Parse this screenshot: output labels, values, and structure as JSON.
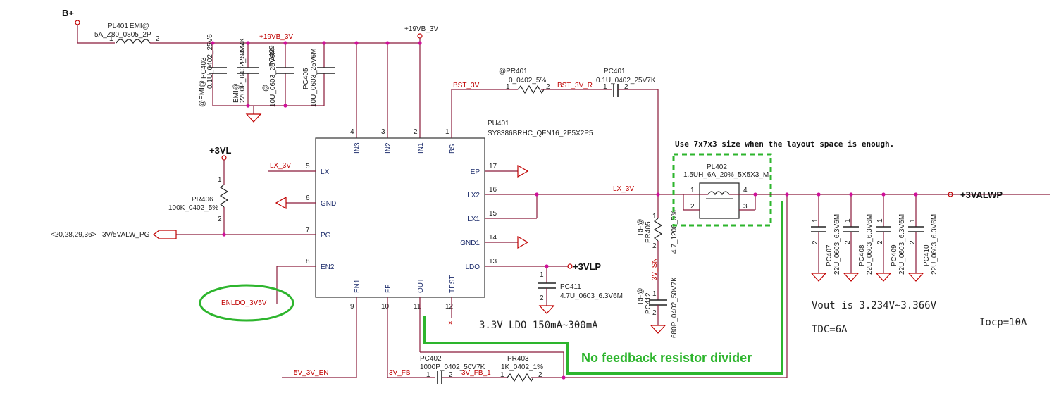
{
  "nets": {
    "b_plus": "B+",
    "vb19_top": "+19VB_3V",
    "vb19_red": "+19VB_3V",
    "p3vl": "+3VL",
    "p3vlp": "+3VLP",
    "p3valwp": "+3VALWP",
    "bst_3v": "BST_3V",
    "bst_3v_r": "BST_3V_R",
    "lx_3v_left": "LX_3V",
    "lx_3v_right": "LX_3V",
    "pg_ref": "<20,28,29,36>",
    "pg_net": "3V/5VALW_PG",
    "enldo": "ENLDO_3V5V",
    "en": "5V_3V_EN",
    "fb": "3V_FB",
    "fb1": "3V_FB_1",
    "sn": "3V_SN"
  },
  "ic": {
    "ref": "PU401",
    "part": "SY8386BRHC_QFN16_2P5X2P5",
    "pins_top": [
      {
        "num": "4",
        "name": "IN3"
      },
      {
        "num": "3",
        "name": "IN2"
      },
      {
        "num": "2",
        "name": "IN1"
      },
      {
        "num": "1",
        "name": "BS"
      }
    ],
    "pins_left": [
      {
        "num": "5",
        "name": "LX"
      },
      {
        "num": "6",
        "name": "GND"
      },
      {
        "num": "7",
        "name": "PG"
      },
      {
        "num": "8",
        "name": "EN2"
      }
    ],
    "pins_right": [
      {
        "num": "17",
        "name": "EP"
      },
      {
        "num": "16",
        "name": "LX2"
      },
      {
        "num": "15",
        "name": "LX1"
      },
      {
        "num": "14",
        "name": "GND1"
      },
      {
        "num": "13",
        "name": "LDO"
      }
    ],
    "pins_bottom": [
      {
        "num": "9",
        "name": "EN1"
      },
      {
        "num": "10",
        "name": "FF"
      },
      {
        "num": "11",
        "name": "OUT"
      },
      {
        "num": "12",
        "name": "TEST"
      }
    ]
  },
  "components": {
    "pl401": {
      "ref": "PL401",
      "var": "EMI@",
      "val": "5A_Z80_0805_2P",
      "p1": "1",
      "p2": "2"
    },
    "pc403": {
      "ref": "PC403",
      "var": "@EMI@",
      "val": "0.1U_0402_25V6"
    },
    "pc404": {
      "ref": "PC404",
      "var": "EMI@",
      "val": "2200P_0402_50V7K"
    },
    "pc429": {
      "ref": "PC429",
      "var": "@",
      "val": "10U_0603_25V6M"
    },
    "pc405": {
      "ref": "PC405",
      "val": "10U_0603_25V6M"
    },
    "pr401": {
      "ref": "@PR401",
      "val": "0_0402_5%",
      "p1": "1",
      "p2": "2"
    },
    "pc401": {
      "ref": "PC401",
      "val": "0.1U_0402_25V7K",
      "p1": "1",
      "p2": "2"
    },
    "pr406": {
      "ref": "PR406",
      "val": "100K_0402_5%",
      "p1": "1",
      "p2": "2"
    },
    "pl402": {
      "ref": "PL402",
      "val": "1.5UH_6A_20%_5X5X3_M",
      "p1": "1",
      "p2": "2",
      "p3": "3",
      "p4": "4"
    },
    "pr405": {
      "ref": "PR405",
      "var": "RF@",
      "val": "4.7_1206_5%",
      "p1": "1",
      "p2": "2"
    },
    "pc412": {
      "ref": "PC412",
      "var": "RF@",
      "val": "680P_0402_50V7K",
      "p1": "1",
      "p2": "2"
    },
    "pc411": {
      "ref": "PC411",
      "val": "4.7U_0603_6.3V6M",
      "p1": "1",
      "p2": "2"
    },
    "pc402": {
      "ref": "PC402",
      "val": "1000P_0402_50V7K",
      "p1": "1",
      "p2": "2"
    },
    "pr403": {
      "ref": "PR403",
      "val": "1K_0402_1%",
      "p1": "1",
      "p2": "2"
    },
    "pc407": {
      "ref": "PC407",
      "val": "22U_0603_6.3V6M",
      "p1": "1",
      "p2": "2"
    },
    "pc408": {
      "ref": "PC408",
      "val": "22U_0603_6.3V6M",
      "p1": "1",
      "p2": "2"
    },
    "pc409": {
      "ref": "PC409",
      "val": "22U_0603_6.3V6M",
      "p1": "1",
      "p2": "2"
    },
    "pc410": {
      "ref": "PC410",
      "val": "22U_0603_6.3V6M",
      "p1": "1",
      "p2": "2"
    }
  },
  "notes": {
    "layout": "Use 7x7x3 size when the layout space is enough.",
    "ldo": "3.3V LDO 150mA~300mA",
    "vout": "Vout  is  3.234V~3.366V",
    "tdc": "TDC=6A",
    "iocp": "Iocp=10A",
    "feedback": "No feedback  resistor divider"
  },
  "colors": {
    "wire": "#8a1a3a",
    "net_label": "#c00000",
    "junction": "#d0109a",
    "annotation": "#2db52d"
  }
}
